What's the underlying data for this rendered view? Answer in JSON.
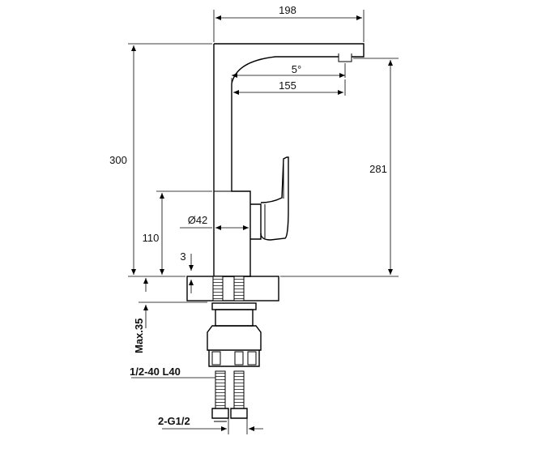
{
  "dimensions": {
    "total_width": "198",
    "spout_angle": "5°",
    "spout_reach": "155",
    "total_height": "300",
    "spout_height": "281",
    "handle_height": "110",
    "body_diameter": "Ø42",
    "base_gap": "3",
    "max_deck_thickness": "Max.35",
    "hose_spec": "1/2-40 L40",
    "connection_spec": "2-G1/2"
  },
  "colors": {
    "line": "#000000",
    "background": "#ffffff"
  }
}
